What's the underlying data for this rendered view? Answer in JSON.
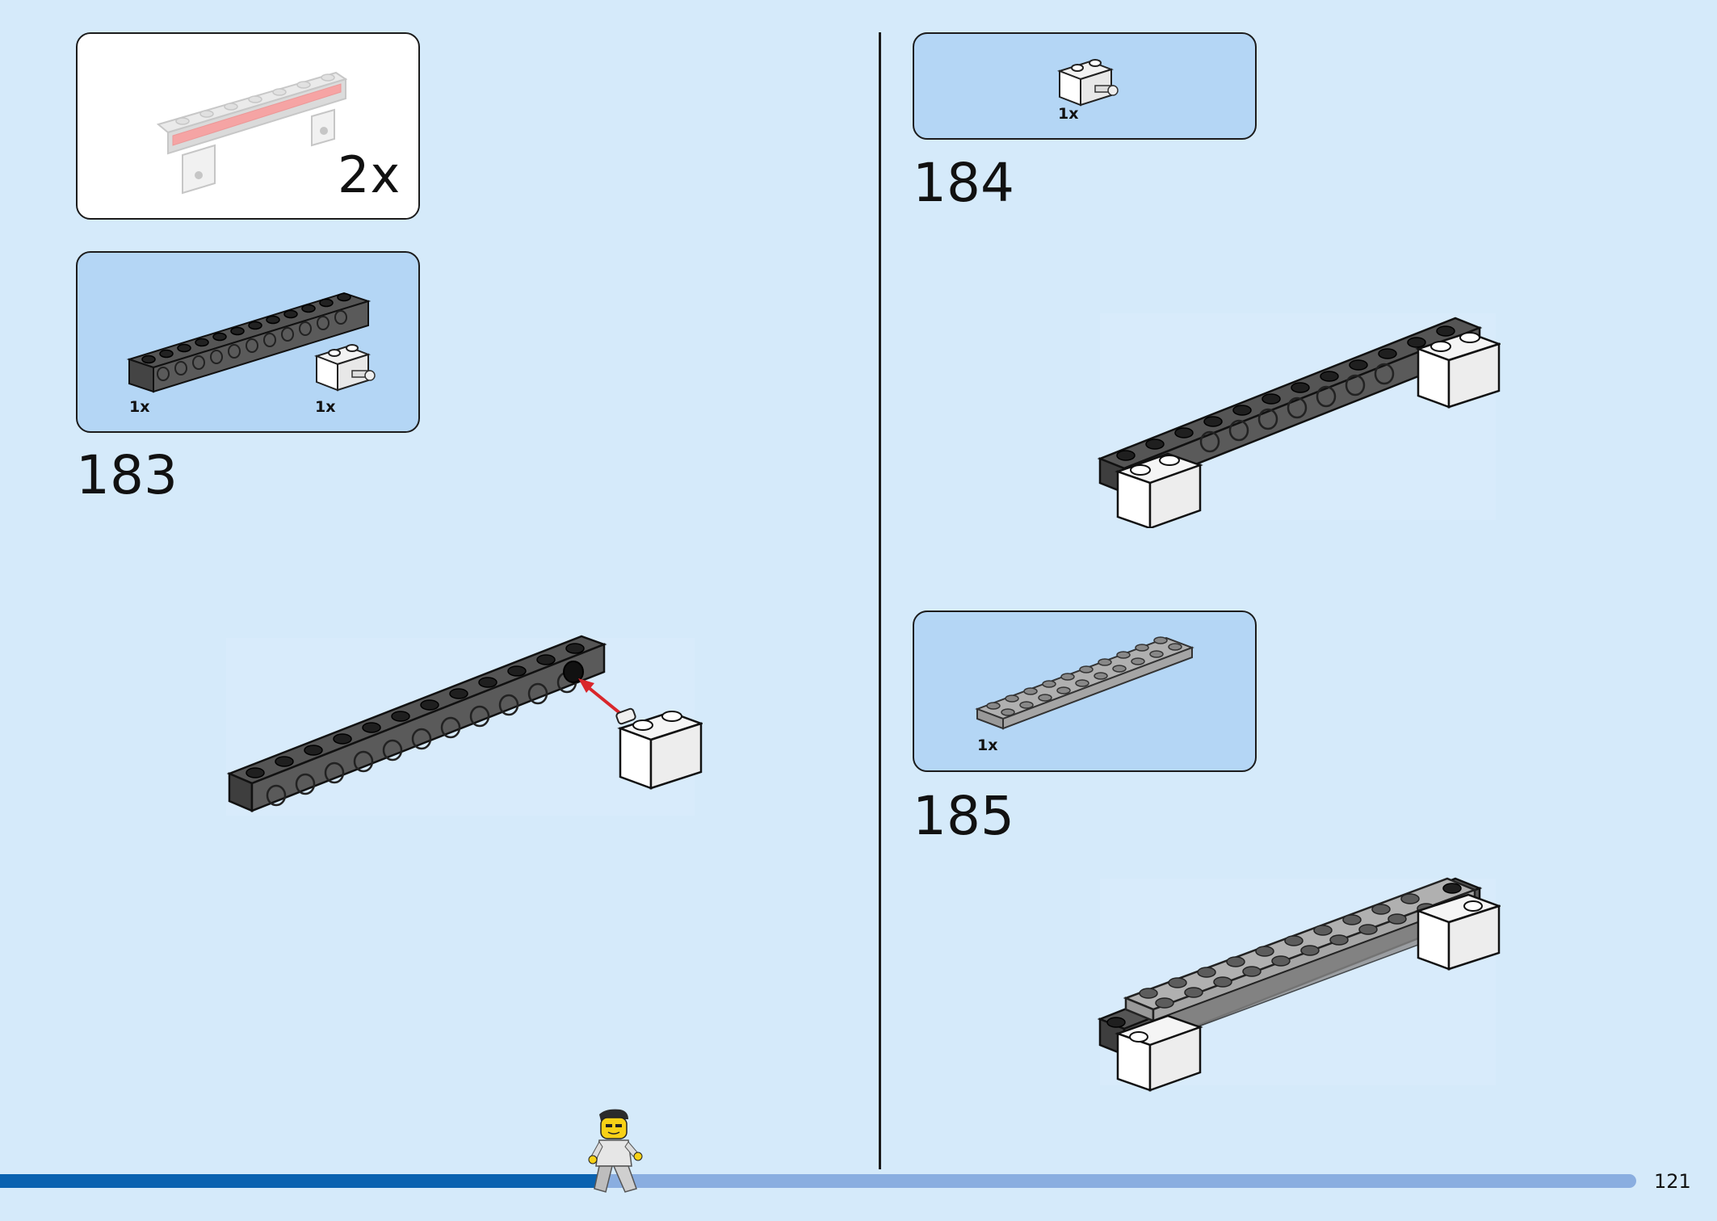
{
  "submodel_callout": {
    "multiplier": "2x"
  },
  "steps": [
    {
      "number": "183",
      "parts": [
        {
          "qty": "1x",
          "name": "technic-brick-1x12-dark-gray"
        },
        {
          "qty": "1x",
          "name": "brick-1x2-with-pin-white"
        }
      ]
    },
    {
      "number": "184",
      "parts": [
        {
          "qty": "1x",
          "name": "brick-1x2-with-pin-white"
        }
      ]
    },
    {
      "number": "185",
      "parts": [
        {
          "qty": "1x",
          "name": "plate-2x10-light-gray"
        }
      ]
    }
  ],
  "page": {
    "number": "121",
    "progress": 0.37
  },
  "colors": {
    "page_background": "#d5eafa",
    "parts_box": "#b4d6f5",
    "progress_fill": "#0a62b0",
    "progress_track": "#8aaee0",
    "arrow": "#d9262b",
    "dark_gray_brick": "#3a3a3a",
    "light_gray_plate": "#9c9c9c"
  }
}
